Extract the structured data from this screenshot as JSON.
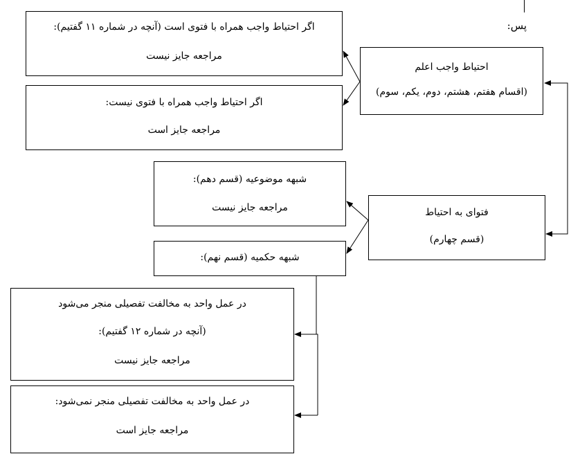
{
  "header": {
    "pas": "پس:"
  },
  "boxes": {
    "ehtiat_alam": {
      "line1": "احتیاط واجب اعلم",
      "line2": "(اقسام هفتم، هشتم، دوم، یکم، سوم)"
    },
    "ehtiat_with_fatwa": {
      "line1": "اگر احتیاط واجب همراه با فتوی است (آنچه در شماره ۱۱ گفتیم):",
      "line2": "مراجعه جایز نیست"
    },
    "ehtiat_without_fatwa": {
      "line1": "اگر احتیاط واجب همراه با فتوی نیست:",
      "line2": "مراجعه جایز است"
    },
    "fatwa_be_ehtiat": {
      "line1": "فتوای به احتیاط",
      "line2": "(قسم چهارم)"
    },
    "shobhe_mowzooiye": {
      "line1": "شبهه موضوعیه (قسم دهم):",
      "line2": "مراجعه جایز نیست"
    },
    "shobhe_hokmiye": {
      "line1": "شبهه حکمیه (قسم نهم):"
    },
    "leads_to_violation": {
      "line1": "در عمل واحد به مخالفت تفصیلی منجر می‌شود",
      "line2": "(آنچه در شماره ۱۲ گفتیم):",
      "line3": "مراجعه جایز نیست"
    },
    "not_leads_to_violation": {
      "line1": "در عمل واحد به مخالفت تفصیلی منجر نمی‌شود:",
      "line2": "مراجعه جایز است"
    }
  }
}
